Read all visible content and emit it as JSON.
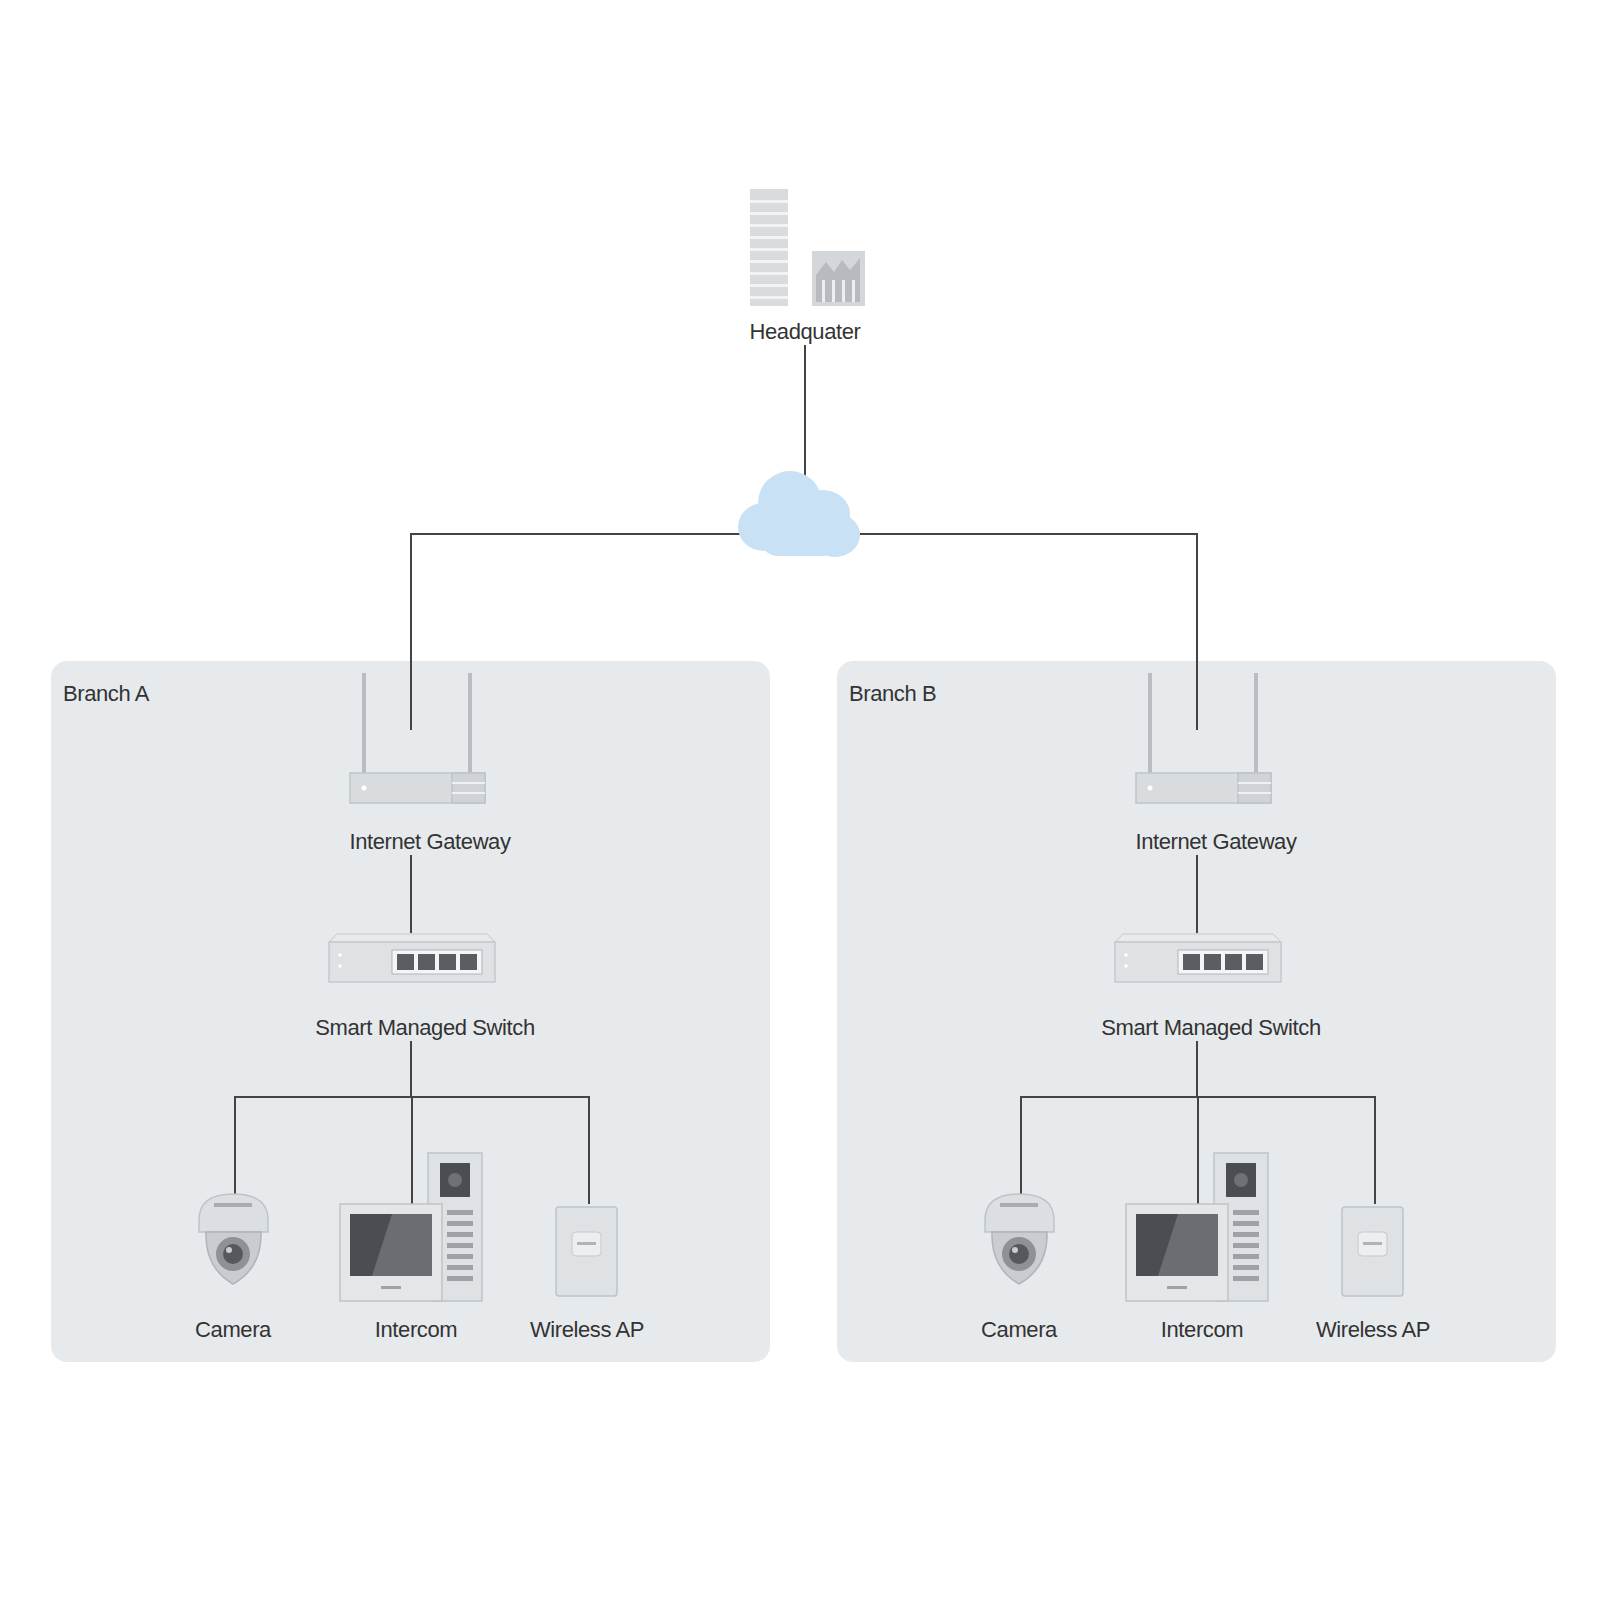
{
  "diagram": {
    "nodes": [
      {
        "text": [
          "Headquater"
        ]
      },
      {
        "text": [
          "Branch A"
        ]
      },
      {
        "text": [
          "Internet Gateway"
        ],
        "in": 1
      },
      {
        "text": [
          "Smart Managed Switch"
        ],
        "in": 1
      },
      {
        "text": [
          "Camera"
        ],
        "in": 1
      },
      {
        "text": [
          "Intercom"
        ],
        "in": 1
      },
      {
        "text": [
          "Wireless AP"
        ],
        "in": 1
      },
      {
        "text": [
          "Branch B"
        ]
      },
      {
        "text": [
          "Internet Gateway"
        ],
        "in": 7
      },
      {
        "text": [
          "Smart Managed Switch"
        ],
        "in": 7
      },
      {
        "text": [
          "Camera"
        ],
        "in": 7
      },
      {
        "text": [
          "Intercom"
        ],
        "in": 7
      },
      {
        "text": [
          "Wireless AP"
        ],
        "in": 7
      }
    ],
    "edges": [
      {
        "from": 0,
        "to": 2,
        "arrow": "none"
      },
      {
        "from": 0,
        "to": 8,
        "arrow": "none"
      },
      {
        "from": 2,
        "to": 3,
        "arrow": "none"
      },
      {
        "from": 3,
        "to": 4,
        "arrow": "none"
      },
      {
        "from": 3,
        "to": 5,
        "arrow": "none"
      },
      {
        "from": 3,
        "to": 6,
        "arrow": "none"
      },
      {
        "from": 8,
        "to": 9,
        "arrow": "none"
      },
      {
        "from": 9,
        "to": 10,
        "arrow": "none"
      },
      {
        "from": 9,
        "to": 11,
        "arrow": "none"
      },
      {
        "from": 9,
        "to": 12,
        "arrow": "none"
      }
    ]
  }
}
